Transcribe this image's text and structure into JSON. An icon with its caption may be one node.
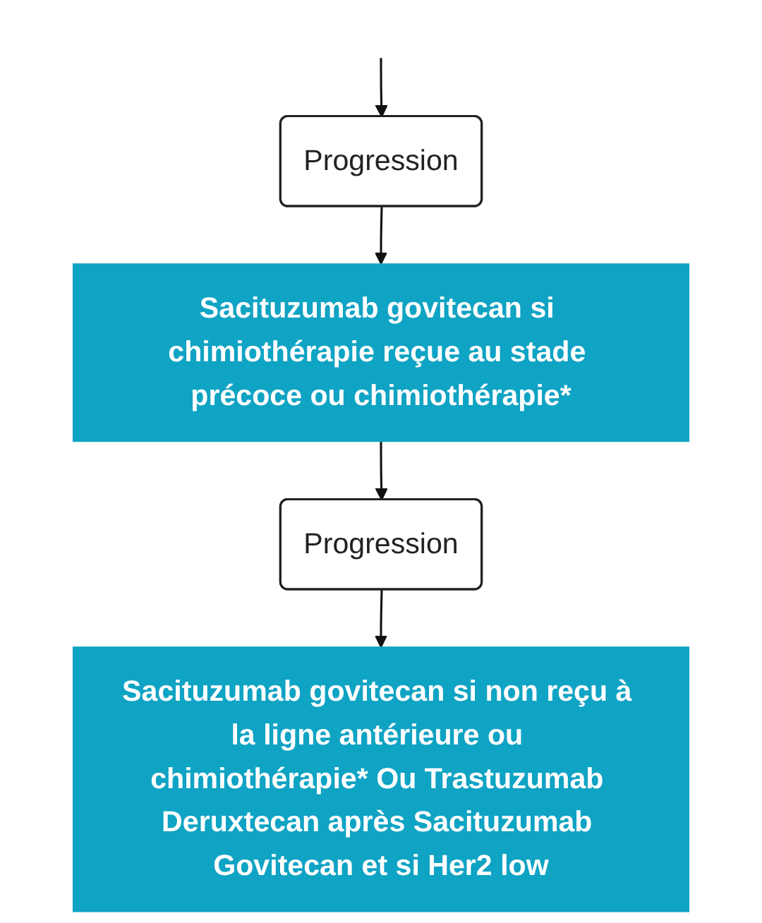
{
  "diagram": {
    "nodes": [
      {
        "text": [
          "Progression"
        ]
      },
      {
        "text": [
          "Sacituzumab govitecan si chimiothérapie reçue au stade précoce ou chimiothérapie*"
        ]
      },
      {
        "text": [
          "Progression"
        ]
      },
      {
        "text": [
          "Sacituzumab govitecan si non reçu à la ligne antérieure ou chimiothérapie* Ou Trastuzumab Deruxtecan après Sacituzumab Govitecan et si Her2 low"
        ]
      }
    ],
    "edges": [
      {
        "from": null,
        "to": 0,
        "arrow": "to"
      },
      {
        "from": 0,
        "to": 1,
        "arrow": "to"
      },
      {
        "from": 1,
        "to": 2,
        "arrow": "to"
      },
      {
        "from": 2,
        "to": 3,
        "arrow": "to"
      }
    ]
  }
}
